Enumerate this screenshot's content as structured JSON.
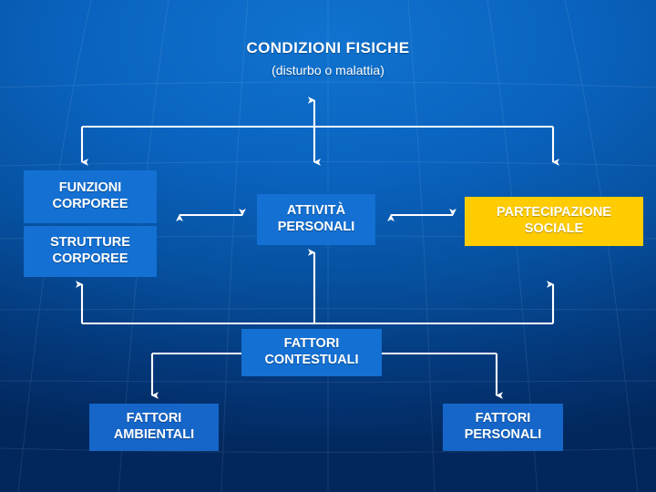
{
  "diagram": {
    "title": {
      "main": "CONDIZIONI FISICHE",
      "sub": "(disturbo o malattia)"
    },
    "nodes": [
      {
        "id": "funzioni",
        "label": "FUNZIONI\nCORPOREE",
        "line1": "FUNZIONI",
        "line2": "CORPOREE",
        "color": "#1470d2"
      },
      {
        "id": "strutture",
        "label": "STRUTTURE\nCORPOREE",
        "line1": "STRUTTURE",
        "line2": "CORPOREE",
        "color": "#1470d2"
      },
      {
        "id": "attivita",
        "label": "ATTIVITÀ\nPERSONALI",
        "line1": "ATTIVITÀ",
        "line2": "PERSONALI",
        "color": "#1470d2"
      },
      {
        "id": "partecipazione",
        "label": "PARTECIPAZIONE\nSOCIALE",
        "line1": "PARTECIPAZIONE",
        "line2": "SOCIALE",
        "color": "#ffcc02"
      },
      {
        "id": "contestuali",
        "label": "FATTORI\nCONTESTUALI",
        "line1": "FATTORI",
        "line2": "CONTESTUALI",
        "color": "#1470d2"
      },
      {
        "id": "ambientali",
        "label": "FATTORI\nAMBIENTALI",
        "line1": "FATTORI",
        "line2": "AMBIENTALI",
        "color": "#1566c8"
      },
      {
        "id": "personali",
        "label": "FATTORI\nPERSONALI",
        "line1": "FATTORI",
        "line2": "PERSONALI",
        "color": "#1566c8"
      }
    ],
    "connectors": [
      {
        "from": "attivita",
        "to": "condizioni",
        "type": "arrow-up"
      },
      {
        "from": "condizioni",
        "to": "funzioni",
        "type": "arrow-down"
      },
      {
        "from": "condizioni",
        "to": "attivita",
        "type": "arrow-down"
      },
      {
        "from": "condizioni",
        "to": "partecipazione",
        "type": "arrow-down"
      },
      {
        "from": "funzioni",
        "to": "attivita",
        "type": "arrow-double"
      },
      {
        "from": "attivita",
        "to": "partecipazione",
        "type": "arrow-double"
      },
      {
        "from": "contestuali",
        "to": "strutture",
        "type": "arrow-up"
      },
      {
        "from": "contestuali",
        "to": "attivita",
        "type": "arrow-up"
      },
      {
        "from": "contestuali",
        "to": "partecipazione",
        "type": "arrow-up"
      },
      {
        "from": "contestuali",
        "to": "ambientali",
        "type": "arrow-down"
      },
      {
        "from": "contestuali",
        "to": "personali",
        "type": "arrow-down"
      }
    ],
    "colors": {
      "background_top": "#1073cf",
      "background_bottom": "#02275c",
      "box_blue": "#1470d2",
      "box_yellow": "#ffcc02",
      "line": "#ffffff",
      "text": "#ffffff"
    }
  }
}
